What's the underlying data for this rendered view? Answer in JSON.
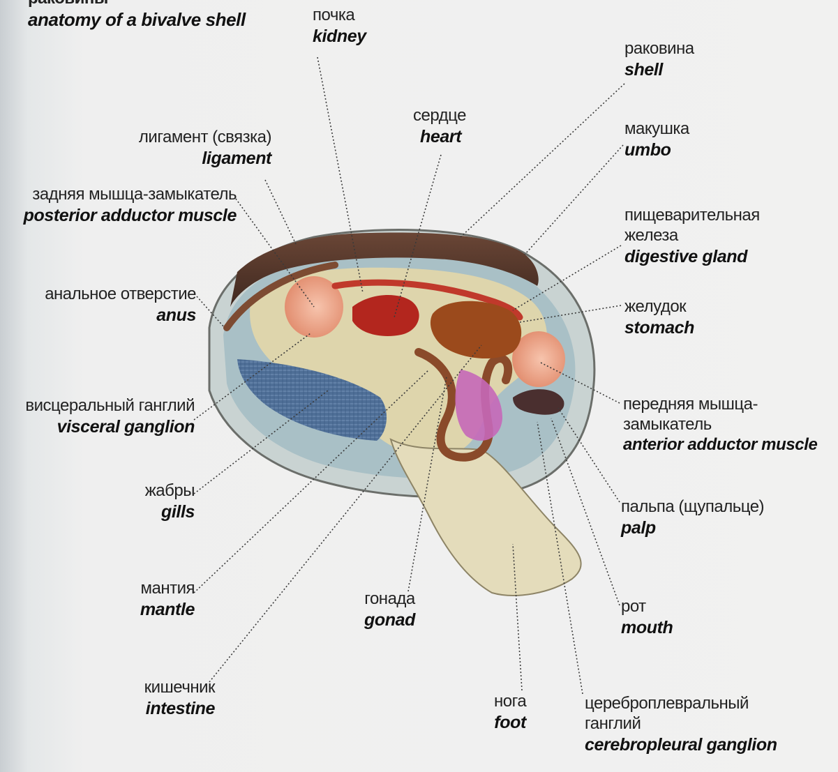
{
  "header": {
    "title_ru_partial": "раковины",
    "title_en": "anatomy of a bivalve shell"
  },
  "labels": {
    "kidney": {
      "ru": "почка",
      "en": "kidney"
    },
    "shell": {
      "ru": "раковина",
      "en": "shell"
    },
    "heart": {
      "ru": "сердце",
      "en": "heart"
    },
    "ligament": {
      "ru": "лигамент (связка)",
      "en": "ligament"
    },
    "umbo": {
      "ru": "макушка",
      "en": "umbo"
    },
    "posterior_adductor": {
      "ru": "задняя мышца-замыкатель",
      "en": "posterior adductor muscle"
    },
    "digestive_gland": {
      "ru1": "пищеварительная",
      "ru2": "железа",
      "en": "digestive gland"
    },
    "anus": {
      "ru": "анальное отверстие",
      "en": "anus"
    },
    "stomach": {
      "ru": "желудок",
      "en": "stomach"
    },
    "visceral_ganglion": {
      "ru": "висцеральный ганглий",
      "en": "visceral ganglion"
    },
    "anterior_adductor": {
      "ru1": "передняя мышца-",
      "ru2": "замыкатель",
      "en": "anterior adductor muscle"
    },
    "gills": {
      "ru": "жабры",
      "en": "gills"
    },
    "palp": {
      "ru": "пальпа (щупальце)",
      "en": "palp"
    },
    "mantle": {
      "ru": "мантия",
      "en": "mantle"
    },
    "gonad": {
      "ru": "гонада",
      "en": "gonad"
    },
    "mouth": {
      "ru": "рот",
      "en": "mouth"
    },
    "intestine": {
      "ru": "кишечник",
      "en": "intestine"
    },
    "foot": {
      "ru": "нога",
      "en": "foot"
    },
    "cerebropleural_ganglion": {
      "ru1": "цереброплевральный",
      "ru2": "ганглий",
      "en": "cerebropleural ganglion"
    }
  },
  "colors": {
    "shell_rim": "#5a3b2c",
    "mantle": "#a9c0c6",
    "gills": "#4f6f97",
    "body": "#ded5ac",
    "foot": "#e4dcbb",
    "heart": "#b3261e",
    "digestive_gland": "#9b4a1c",
    "gonad": "#c568b8",
    "adductor": "#eea889",
    "palp": "#4a2f2f",
    "leader_line": "#3a3a3a"
  }
}
